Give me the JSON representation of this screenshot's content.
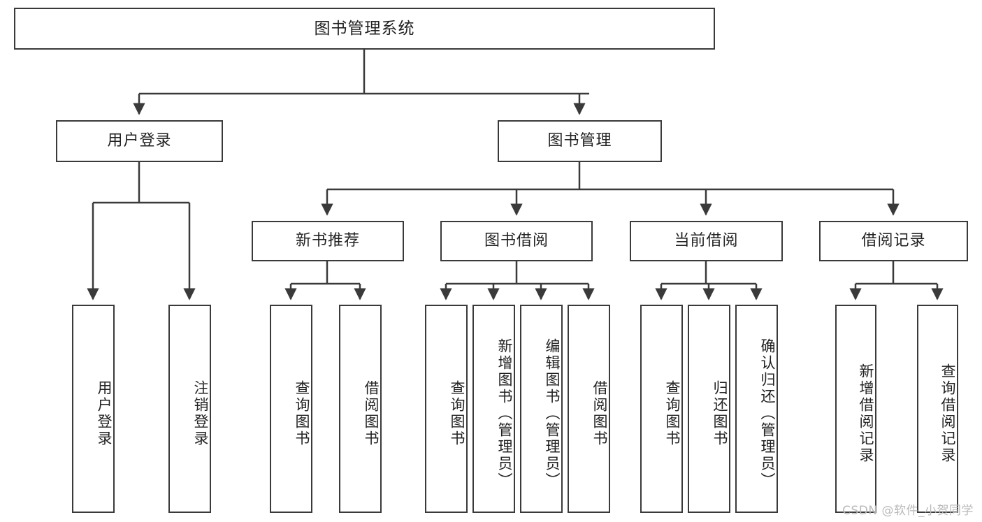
{
  "diagram": {
    "title": "图书管理系统",
    "type": "tree",
    "style": {
      "box_border_color": "#3a3a3a",
      "box_fill_color": "#ffffff",
      "line_color": "#3a3a3a",
      "text_color": "#222222",
      "background": "#ffffff"
    },
    "root": {
      "label": "图书管理系统"
    },
    "level2": [
      {
        "id": "user-login",
        "label": "用户登录"
      },
      {
        "id": "book-manage",
        "label": "图书管理"
      }
    ],
    "level3": [
      {
        "id": "new-book-recommend",
        "label": "新书推荐",
        "parent": "book-manage"
      },
      {
        "id": "book-borrow",
        "label": "图书借阅",
        "parent": "book-manage"
      },
      {
        "id": "current-borrow",
        "label": "当前借阅",
        "parent": "book-manage"
      },
      {
        "id": "borrow-record",
        "label": "借阅记录",
        "parent": "book-manage"
      }
    ],
    "leaves": [
      {
        "id": "leaf-user-login",
        "label": "用户登录",
        "parent": "user-login"
      },
      {
        "id": "leaf-logout",
        "label": "注销登录",
        "parent": "user-login"
      },
      {
        "id": "leaf-query-book-1",
        "label": "查询图书",
        "parent": "new-book-recommend"
      },
      {
        "id": "leaf-borrow-book-1",
        "label": "借阅图书",
        "parent": "new-book-recommend"
      },
      {
        "id": "leaf-query-book-2",
        "label": "查询图书",
        "parent": "book-borrow"
      },
      {
        "id": "leaf-add-book",
        "label": "新增图书（管理员）",
        "parent": "book-borrow"
      },
      {
        "id": "leaf-edit-book",
        "label": "编辑图书（管理员）",
        "parent": "book-borrow"
      },
      {
        "id": "leaf-borrow-book-2",
        "label": "借阅图书",
        "parent": "book-borrow"
      },
      {
        "id": "leaf-query-book-3",
        "label": "查询图书",
        "parent": "current-borrow"
      },
      {
        "id": "leaf-return-book",
        "label": "归还图书",
        "parent": "current-borrow"
      },
      {
        "id": "leaf-confirm-return",
        "label": "确认归还（管理员）",
        "parent": "current-borrow"
      },
      {
        "id": "leaf-add-record",
        "label": "新增借阅记录",
        "parent": "borrow-record"
      },
      {
        "id": "leaf-query-record",
        "label": "查询借阅记录",
        "parent": "borrow-record"
      }
    ]
  },
  "watermark": {
    "text": "CSDN @软件_小贺同学"
  }
}
